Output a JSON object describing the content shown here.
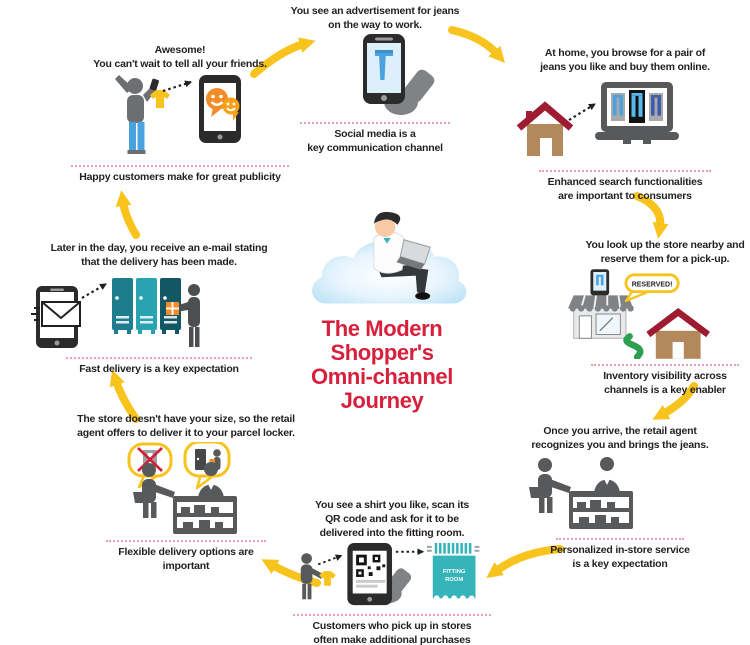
{
  "center": {
    "title_lines": [
      "The Modern",
      "Shopper's",
      "Omni-channel",
      "Journey"
    ]
  },
  "steps": {
    "ad": {
      "caption_lines": [
        "You see an advertisement for jeans",
        "on the way to work."
      ],
      "key_lines": [
        "Social media is a",
        "key communication channel"
      ]
    },
    "browse": {
      "caption_lines": [
        "At home, you browse for a pair of",
        "jeans you like and buy them online."
      ],
      "key_lines": [
        "Enhanced search functionalities",
        "are important to consumers"
      ]
    },
    "reserve": {
      "caption_lines": [
        "You look up the store nearby and",
        "reserve them for a pick-up."
      ],
      "key_lines": [
        "Inventory visibility across",
        "channels is a key enabler"
      ],
      "bubble_label": "RESERVED!"
    },
    "arrive": {
      "caption_lines": [
        "Once you arrive, the retail agent",
        "recognizes you and brings the jeans."
      ],
      "key_lines": [
        "Personalized in-store service",
        "is a key expectation"
      ]
    },
    "scan": {
      "caption_lines": [
        "You see a shirt you like, scan its",
        "QR code and ask for it to be",
        "delivered into the fitting room."
      ],
      "key_lines": [
        "Customers who pick up in stores",
        "often make additional purchases"
      ],
      "fitting_room_lines": [
        "FITTING",
        "ROOM"
      ]
    },
    "flexible": {
      "caption_lines": [
        "The store doesn't have your size, so the retail",
        "agent offers to deliver it to your parcel locker."
      ],
      "key_lines": [
        "Flexible delivery options are",
        "important"
      ]
    },
    "fast": {
      "caption_lines": [
        "Later in the day, you receive an e-mail stating",
        "that the delivery has been made."
      ],
      "key_lines": [
        "Fast delivery is a key expectation"
      ]
    },
    "happy": {
      "caption_lines": [
        "Awesome!",
        "You can't wait to tell all your friends."
      ],
      "key_lines": [
        "Happy customers make for great publicity"
      ]
    }
  },
  "colors": {
    "arrow_yellow": "#f7c31c",
    "title_red": "#d6203c",
    "divider_pink": "#ee9fae",
    "jeans_blue": "#4aa3df",
    "teal_curtain": "#35b4b9",
    "locker_teal_1": "#1e7d8c",
    "locker_teal_2": "#29a2b2",
    "locker_teal_3": "#145764",
    "package_orange": "#f28c28",
    "smiley_orange": "#f9a11b",
    "silhouette_gray": "#58595b",
    "house_tan": "#b3885a",
    "roof_red": "#9e1b32",
    "path_green": "#2e9e4f"
  }
}
